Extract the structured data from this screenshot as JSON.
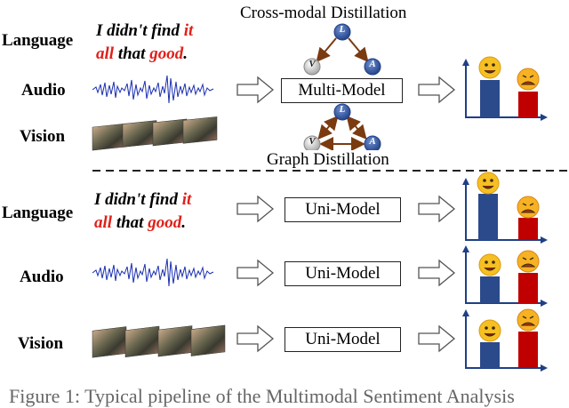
{
  "top": {
    "labels": {
      "language": "Language",
      "audio": "Audio",
      "vision": "Vision"
    },
    "sentence": {
      "line1_a": "I didn't find ",
      "line1_b": "it",
      "line2_a": "all",
      "line2_b": " that ",
      "line2_c": "good",
      "line2_d": "."
    },
    "cross_modal_title": "Cross-modal Distillation",
    "graph_title": "Graph Distillation",
    "model_label": "Multi-Model",
    "nodes": {
      "l": "L",
      "v": "V",
      "a": "A"
    }
  },
  "bottom": {
    "language_label": "Language",
    "audio_label": "Audio",
    "vision_label": "Vision",
    "sentence": {
      "line1_a": "I didn't find ",
      "line1_b": "it",
      "line2_a": "all",
      "line2_b": " that ",
      "line2_c": "good",
      "line2_d": "."
    },
    "model_label_1": "Uni-Model",
    "model_label_2": "Uni-Model",
    "model_label_3": "Uni-Model"
  },
  "caption": "Figure 1: Typical pipeline of the Multimodal Sentiment Analysis",
  "colors": {
    "positive_bar": "#2b4a8c",
    "negative_bar": "#c00000",
    "red_text": "#e0201a",
    "node_fill": "#2f5597",
    "arrow_brown": "#7a3b10"
  }
}
